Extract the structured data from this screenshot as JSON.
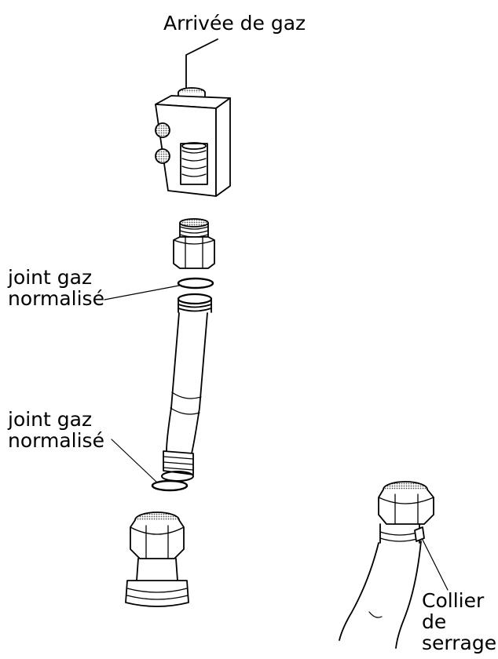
{
  "labels": {
    "gas_inlet": "Arrivée de gaz",
    "gasket_top": {
      "line1": "joint gaz",
      "line2": "normalisé"
    },
    "gasket_bottom": {
      "line1": "joint gaz",
      "line2": "normalisé"
    },
    "hose_clamp": {
      "line1": "Collier",
      "line2": "de",
      "line3": "serrage"
    }
  },
  "colors": {
    "ink": "#000000",
    "mesh": "#b8b8b8",
    "paper": "#ffffff"
  }
}
